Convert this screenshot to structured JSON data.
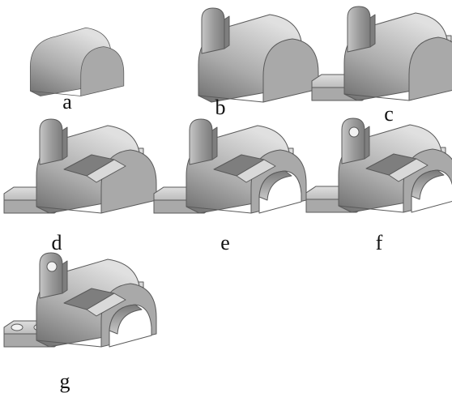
{
  "figure": {
    "steps": [
      {
        "label": "a",
        "features": [
          "half-cylinder-base"
        ]
      },
      {
        "label": "b",
        "features": [
          "half-cylinder-base",
          "lug"
        ]
      },
      {
        "label": "c",
        "features": [
          "half-cylinder-base",
          "lug",
          "flanges"
        ]
      },
      {
        "label": "d",
        "features": [
          "half-cylinder-base",
          "lug",
          "flanges",
          "saddle-cut"
        ]
      },
      {
        "label": "e",
        "features": [
          "half-cylinder-base",
          "lug",
          "flanges",
          "saddle-cut",
          "bore"
        ]
      },
      {
        "label": "f",
        "features": [
          "half-cylinder-base",
          "lug",
          "flanges",
          "saddle-cut",
          "bore",
          "lug-hole"
        ]
      },
      {
        "label": "g",
        "features": [
          "half-cylinder-base",
          "lug",
          "flanges",
          "saddle-cut",
          "bore",
          "lug-hole",
          "bolt-holes"
        ]
      }
    ]
  },
  "colors": {
    "face_light": "#d9d9d9",
    "face_mid": "#a9a9a9",
    "face_dark": "#7e7e7e",
    "edge": "#5a5a5a",
    "hole": "#f2f2f2"
  }
}
